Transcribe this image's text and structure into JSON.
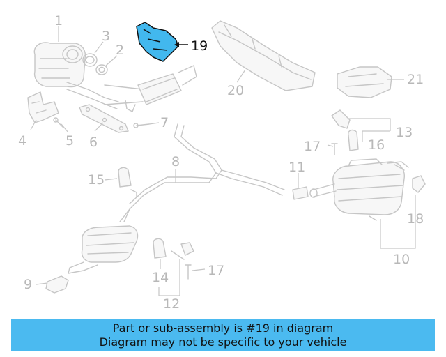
{
  "diagram": {
    "callouts": {
      "c1": "1",
      "c2": "2",
      "c3": "3",
      "c4": "4",
      "c5": "5",
      "c6": "6",
      "c7": "7",
      "c8": "8",
      "c9": "9",
      "c10": "10",
      "c11": "11",
      "c12": "12",
      "c13": "13",
      "c14": "14",
      "c15": "15",
      "c16": "16",
      "c17a": "17",
      "c17b": "17",
      "c18": "18",
      "c19": "19",
      "c20": "20",
      "c21": "21"
    },
    "highlighted_part": "19",
    "colors": {
      "highlight": "#42b8ee",
      "banner": "#4bbaf0",
      "linework": "#c6c6c6"
    }
  },
  "banner": {
    "line1": "Part or sub-assembly is #19 in diagram",
    "line2": "Diagram may not be specific to your vehicle"
  }
}
